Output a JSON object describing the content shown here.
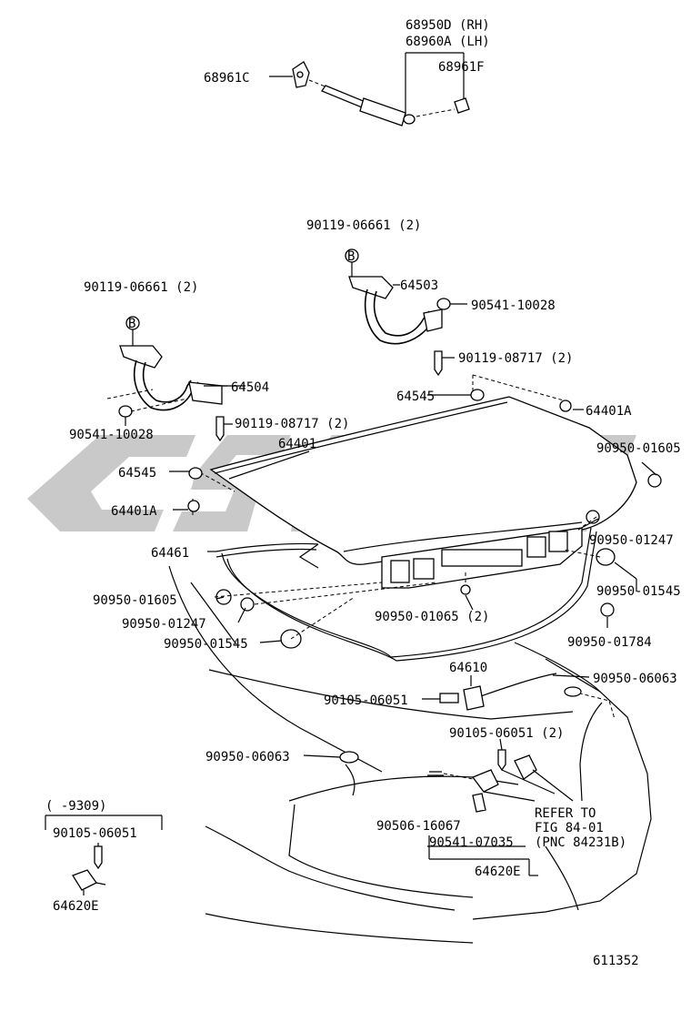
{
  "labels": {
    "p68950d": "68950D (RH)",
    "p68960a": "68960A (LH)",
    "p68961c": "68961C",
    "p68961f": "68961F",
    "p90119_b1": "90119-06661 (2)",
    "p64503": "64503",
    "p90541_a": "90541-10028",
    "p90119_a": "90119-08717 (2)",
    "p90119_b2": "90119-06661 (2)",
    "p64504": "64504",
    "p64545_a": "64545",
    "p64401a_a": "64401A",
    "p90541_b": "90541-10028",
    "p90119_c": "90119-08717 (2)",
    "p64401": "64401",
    "p90950_01605_a": "90950-01605",
    "p64545_b": "64545",
    "p64401a_b": "64401A",
    "p64461": "64461",
    "p90950_01247_a": "90950-01247",
    "p90950_01545_a": "90950-01545",
    "p90950_01605_b": "90950-01605",
    "p90950_01247_b": "90950-01247",
    "p90950_01065": "90950-01065 (2)",
    "p90950_01784": "90950-01784",
    "p90950_01545_b": "90950-01545",
    "p64610": "64610",
    "p90950_06063_a": "90950-06063",
    "p90105_a": "90105-06051",
    "p90105_b": "90105-06051 (2)",
    "p90950_06063_b": "90950-06063",
    "refer1": "REFER TO",
    "refer2": "FIG 84-01",
    "refer3": "(PNC 84231B)",
    "p90506": "90506-16067",
    "p90541_c": "90541-07035",
    "p64620e_a": "64620E",
    "inset_range": "(   -9309)",
    "inset_part": "90105-06051",
    "p64620e_b": "64620E",
    "b_marker": "B",
    "figure_no": "611352"
  }
}
